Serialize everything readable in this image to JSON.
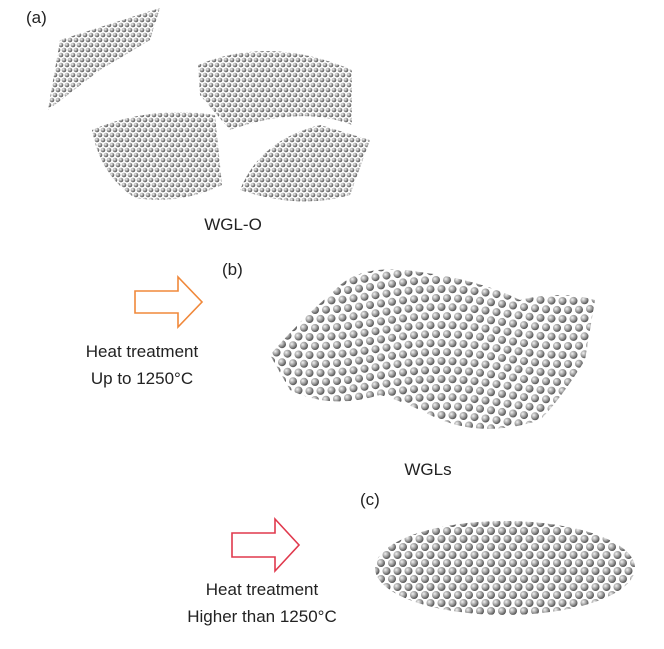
{
  "panels": {
    "a": {
      "label": "(a)",
      "caption": "WGL-O"
    },
    "b": {
      "label": "(b)",
      "caption": "WGLs",
      "treatment_line1": "Heat treatment",
      "treatment_line2": "Up to 1250°C",
      "arrow_color": "#f0883a"
    },
    "c": {
      "label": "(c)",
      "treatment_line1": "Heat treatment",
      "treatment_line2": "Higher than 1250°C",
      "arrow_color": "#e0394d"
    }
  },
  "atom_color": "#8a8a8a"
}
